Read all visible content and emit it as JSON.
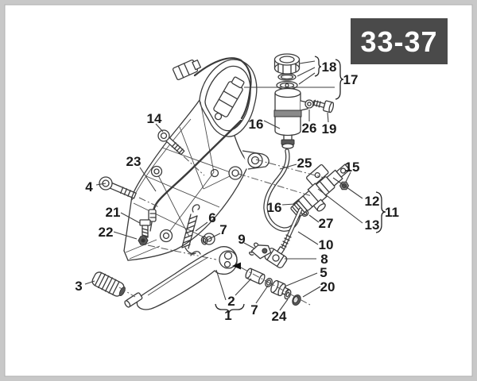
{
  "page": {
    "frame_color": "#c8c8c8",
    "paper_color": "#ffffff"
  },
  "badge": {
    "label": "33-37",
    "bg": "#4a4a4a",
    "fg": "#ffffff"
  },
  "callouts": {
    "1": "1",
    "2": "2",
    "3": "3",
    "4": "4",
    "5": "5",
    "6": "6",
    "7": "7",
    "8": "8",
    "9": "9",
    "10": "10",
    "11": "11",
    "12": "12",
    "13": "13",
    "14": "14",
    "15": "15",
    "16": "16",
    "17": "17",
    "18": "18",
    "19": "19",
    "20": "20",
    "21": "21",
    "22": "22",
    "23": "23",
    "24": "24",
    "25": "25",
    "26": "26",
    "27": "27"
  }
}
